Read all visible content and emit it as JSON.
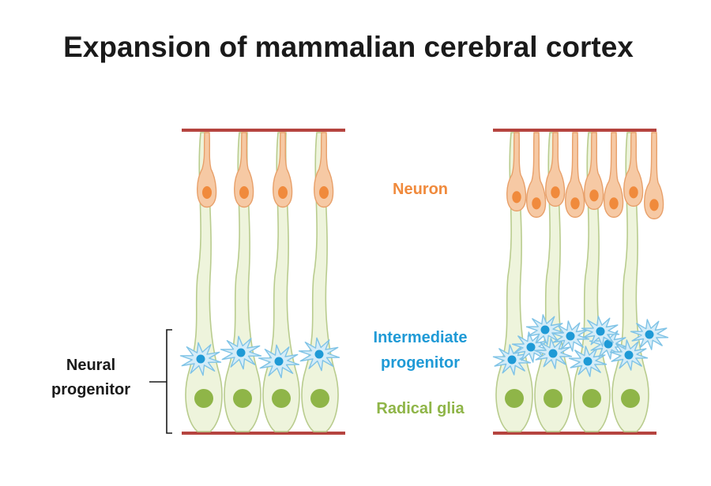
{
  "title": "Expansion of mammalian cerebral cortex",
  "labels": {
    "neuron": "Neuron",
    "intermediate_line1": "Intermediate",
    "intermediate_line2": "progenitor",
    "radial_glia": "Radical glia",
    "neural_line1": "Neural",
    "neural_line2": "progenitor"
  },
  "colors": {
    "neuron_fill": "#f6c9a4",
    "neuron_stroke": "#e8a06a",
    "neuron_nucleus": "#f08a3c",
    "glia_fill": "#eef4dc",
    "glia_stroke": "#b9cc8e",
    "glia_nucleus": "#8fb548",
    "ip_fill": "#d4ecf8",
    "ip_stroke": "#7fc3e6",
    "ip_nucleus": "#1f9ad6",
    "membrane": "#b5443f",
    "neuron_text": "#f08a3c",
    "ip_text": "#1f9ad6",
    "glia_text": "#8fb548",
    "dark_text": "#1a1a1a"
  }
}
